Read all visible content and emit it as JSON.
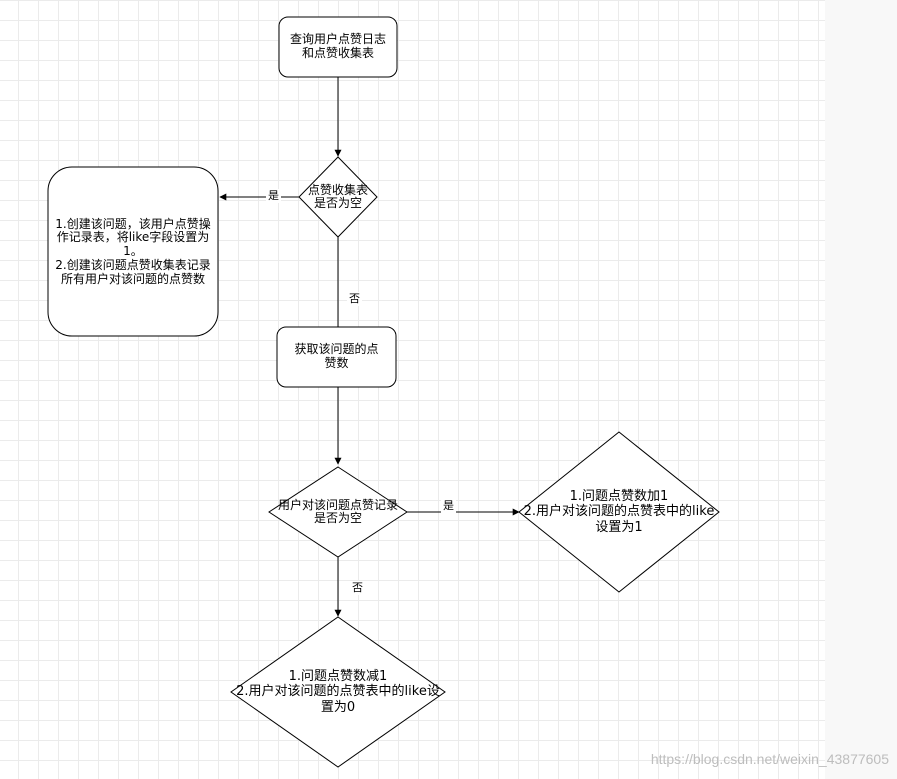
{
  "nodes": {
    "query": "查询用户点赞日志和点赞收集表",
    "decision_empty": "点赞收集表是否为空",
    "create_records": "1.创建该问题，该用户点赞操作记录表，将like字段设置为1。\n2.创建该问题点赞收集表记录所有用户对该问题的点赞数",
    "get_count": "获取该问题的点赞数",
    "decision_user_record": "用户对该问题点赞记录是否为空",
    "increment": "1.问题点赞数加1\n2.用户对该问题的点赞表中的like设置为1",
    "decrement": "1.问题点赞数减1\n2.用户对该问题的点赞表中的like设置为0"
  },
  "edges": {
    "yes_1": "是",
    "no_1": "否",
    "yes_2": "是",
    "no_2": "否"
  },
  "watermark": "https://blog.csdn.net/weixin_43877605",
  "colors": {
    "stroke": "#000000",
    "fill": "#ffffff",
    "grid": "#ebebeb"
  }
}
